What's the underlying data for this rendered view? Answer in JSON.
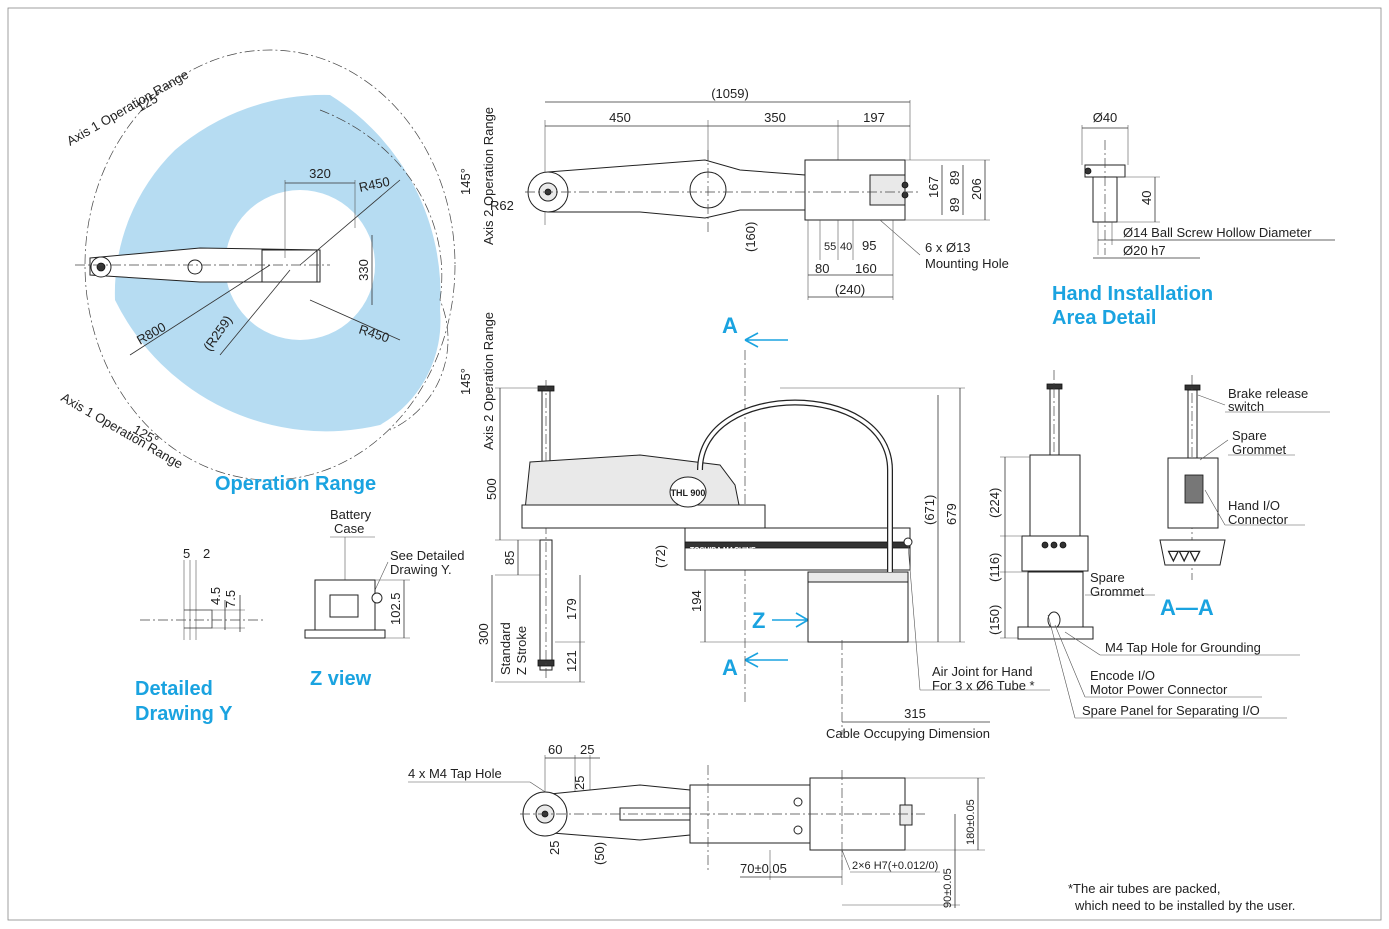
{
  "colors": {
    "accent": "#1aa3e0",
    "range_fill": "#b6dcf2",
    "line": "#222222"
  },
  "operation_range": {
    "title": "Operation Range",
    "axis1_top": "Axis 1 Operation Range",
    "axis1_bottom": "Axis 1 Operation Range",
    "angle_top": "125°",
    "angle_bottom": "125°",
    "d320": "320",
    "r450_top": "R450",
    "r450_bottom": "R450",
    "d330": "330",
    "r800": "R800",
    "r259": "(R259)"
  },
  "top_view": {
    "total": "(1059)",
    "d450": "450",
    "d350": "350",
    "d197": "197",
    "axis2_top": "Axis 2 Operation Range",
    "axis2_bottom": "Axis 2 Operation Range",
    "angle_top": "145°",
    "angle_bottom": "145°",
    "r62": "R62",
    "d160v": "(160)",
    "d167": "167",
    "d89a": "89",
    "d89b": "89",
    "d206": "206",
    "d55": "55",
    "d40": "40",
    "d95": "95",
    "d80": "80",
    "d160": "160",
    "d240": "(240)",
    "hole_label": "6 x Ø13",
    "hole_label2": "Mounting Hole"
  },
  "hand_detail": {
    "title1": "Hand Installation",
    "title2": "Area Detail",
    "dia40": "Ø40",
    "d40": "40",
    "ball_screw": "Ø14 Ball Screw Hollow Diameter",
    "dia20": "Ø20 h7"
  },
  "section": {
    "a_top": "A",
    "a_bottom": "A",
    "z_label": "Z",
    "aa_label": "A—A"
  },
  "side_view": {
    "d500": "500",
    "d85": "85",
    "d72": "(72)",
    "d194": "194",
    "d179": "179",
    "d121": "121",
    "d300": "300",
    "stroke1": "Standard",
    "stroke2": "Z Stroke",
    "d671": "(671)",
    "d679": "679",
    "air1": "Air Joint for Hand",
    "air2": "For 3 x Ø6 Tube *",
    "d315": "315",
    "cable": "Cable Occupying Dimension",
    "brand": "TOSHIBA MACHINE",
    "logo": "THL 900"
  },
  "aa_view": {
    "d224": "(224)",
    "d116": "(116)",
    "d150": "(150)",
    "brake1": "Brake release",
    "brake2": "switch",
    "spare1": "Spare",
    "grommet1": "Grommet",
    "hand_io1": "Hand I/O",
    "hand_io2": "Connector",
    "spare2": "Spare",
    "grommet2": "Grommet",
    "m4": "M4 Tap Hole for Grounding",
    "enc1": "Encode I/O",
    "enc2": "Motor Power Connector",
    "spare_panel": "Spare Panel for Separating I/O"
  },
  "z_view": {
    "title": "Z view",
    "battery1": "Battery",
    "battery2": "Case",
    "see1": "See Detailed",
    "see2": "Drawing Y.",
    "d1025": "102.5"
  },
  "detail_y": {
    "title1": "Detailed",
    "title2": "Drawing Y",
    "d5": "5",
    "d2": "2",
    "d45": "4.5",
    "d75": "7.5"
  },
  "bottom_view": {
    "d60": "60",
    "d25": "25",
    "tap": "4 x M4 Tap Hole",
    "d25v": "25",
    "d25b": "25",
    "d50": "(50)",
    "d70": "70±0.05",
    "d2x6": "2×6 H7(+0.012/0)",
    "d180": "180±0.05",
    "d90": "90±0.05"
  },
  "note": {
    "line1": "*The air tubes are packed,",
    "line2": "which need to be installed by the user."
  }
}
